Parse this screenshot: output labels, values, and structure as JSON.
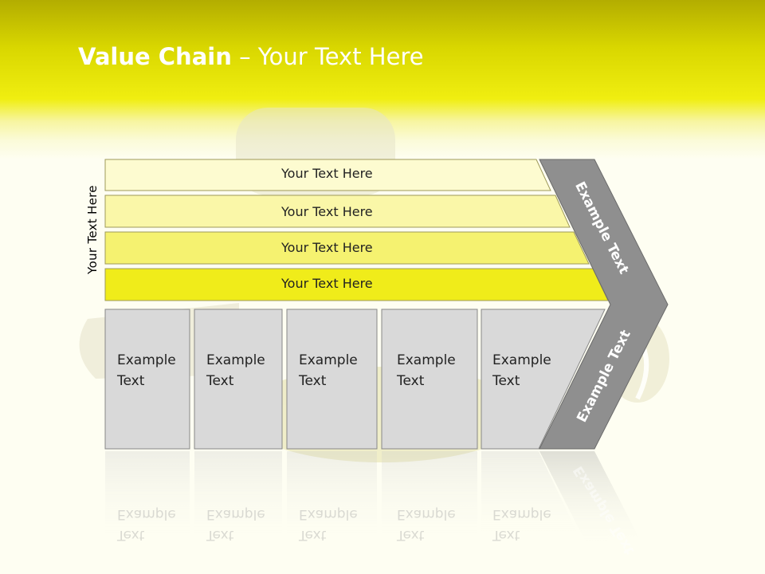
{
  "title": {
    "bold": "Value Chain",
    "rest": " – Your Text Here"
  },
  "side_label": "Your Text Here",
  "bands": [
    {
      "label": "Your Text Here",
      "color": "#fdfbd0"
    },
    {
      "label": "Your Text Here",
      "color": "#faf7a8"
    },
    {
      "label": "Your Text Here",
      "color": "#f5f270"
    },
    {
      "label": "Your Text Here",
      "color": "#f0ec1a"
    }
  ],
  "activities": [
    {
      "line1": "Example",
      "line2": "Text"
    },
    {
      "line1": "Example",
      "line2": "Text"
    },
    {
      "line1": "Example",
      "line2": "Text"
    },
    {
      "line1": "Example",
      "line2": "Text"
    },
    {
      "line1": "Example",
      "line2": "Text"
    }
  ],
  "chevron": {
    "top_label": "Example Text",
    "bottom_label": "Example Text",
    "color": "#8f8f8f"
  },
  "colors": {
    "header_yellow": "#f0ee10",
    "box_gray": "#d9d9d9"
  }
}
